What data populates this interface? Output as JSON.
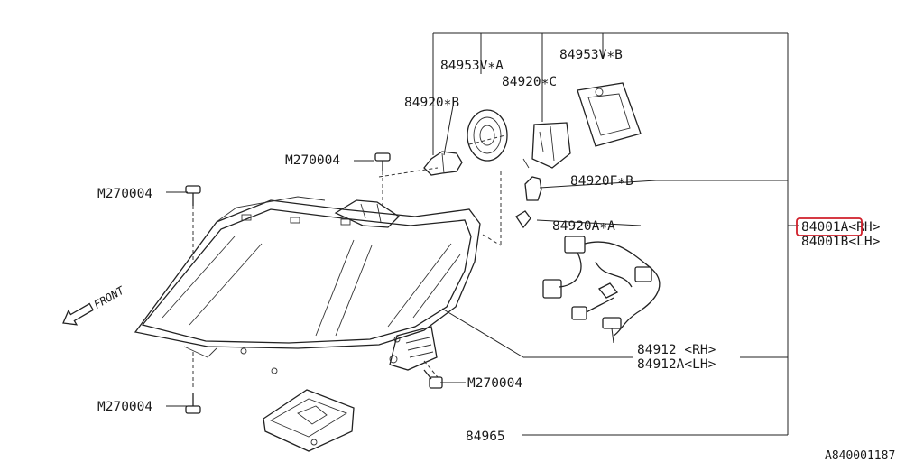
{
  "diagram": {
    "parts": {
      "v_a": "84953V∗A",
      "v_b": "84953V∗B",
      "b920": "84920∗B",
      "c920": "84920∗C",
      "f920": "84920F∗B",
      "a920": "84920A∗A",
      "assy_rh": "84001A<RH>",
      "assy_lh": "84001B<LH>",
      "m_top": "M270004",
      "m_left": "M270004",
      "m_bottom": "M270004",
      "m_mid": "M270004",
      "harness_rh": "84912 <RH>",
      "harness_lh": "84912A<LH>",
      "ballast": "84965"
    },
    "front_label": "FRONT",
    "figure_id": "A840001187",
    "highlight_color": "#d01f2a"
  }
}
